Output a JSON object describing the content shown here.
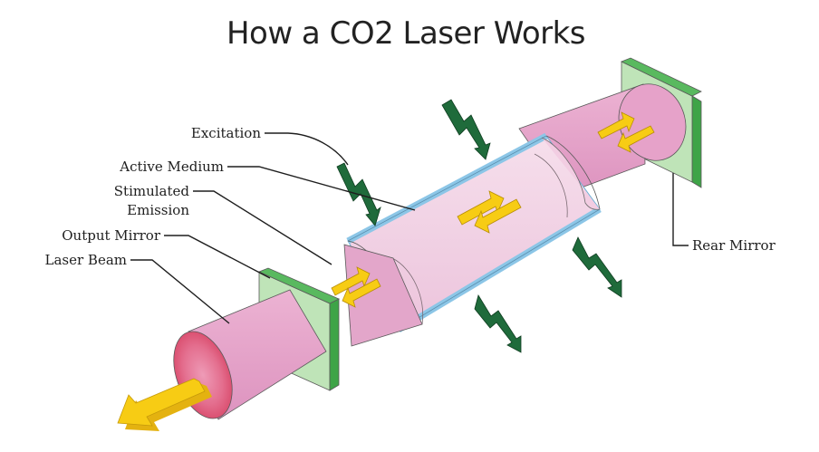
{
  "title": "How a CO2 Laser Works",
  "labels": {
    "excitation": "Excitation",
    "active_medium": "Active Medium",
    "stimulated_emission_line1": "Stimulated",
    "stimulated_emission_line2": "Emission",
    "output_mirror": "Output Mirror",
    "laser_beam": "Laser Beam",
    "rear_mirror": "Rear Mirror"
  },
  "colors": {
    "beam_pink": "#e9a7cc",
    "beam_glow": "#e04868",
    "medium": "#f2d3e6",
    "tube_blue": "#a9d6ef",
    "mirror_face": "#b8e1b1",
    "mirror_edge": "#43a84c",
    "bolt_green": "#1f6b3b",
    "arrow_yellow": "#f7cc14"
  },
  "icons": [
    "excitation-bolt-icon",
    "photon-arrow-icon",
    "laser-output-arrow-icon"
  ]
}
